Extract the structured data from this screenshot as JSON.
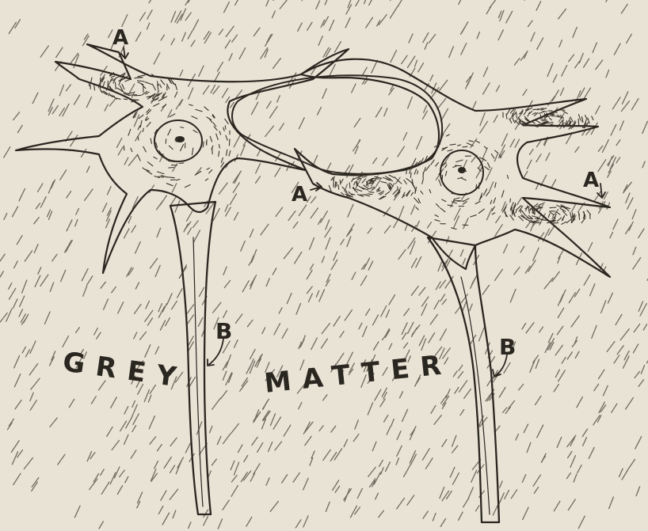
{
  "labels": {
    "dendrite_marker": "A",
    "axon_marker": "B",
    "region_word_1": "GREY",
    "region_word_2": "MATTER"
  },
  "colors": {
    "paper": "#e9e3d6",
    "ink": "#2a2620",
    "cell_fill": "#e4ddcc"
  }
}
